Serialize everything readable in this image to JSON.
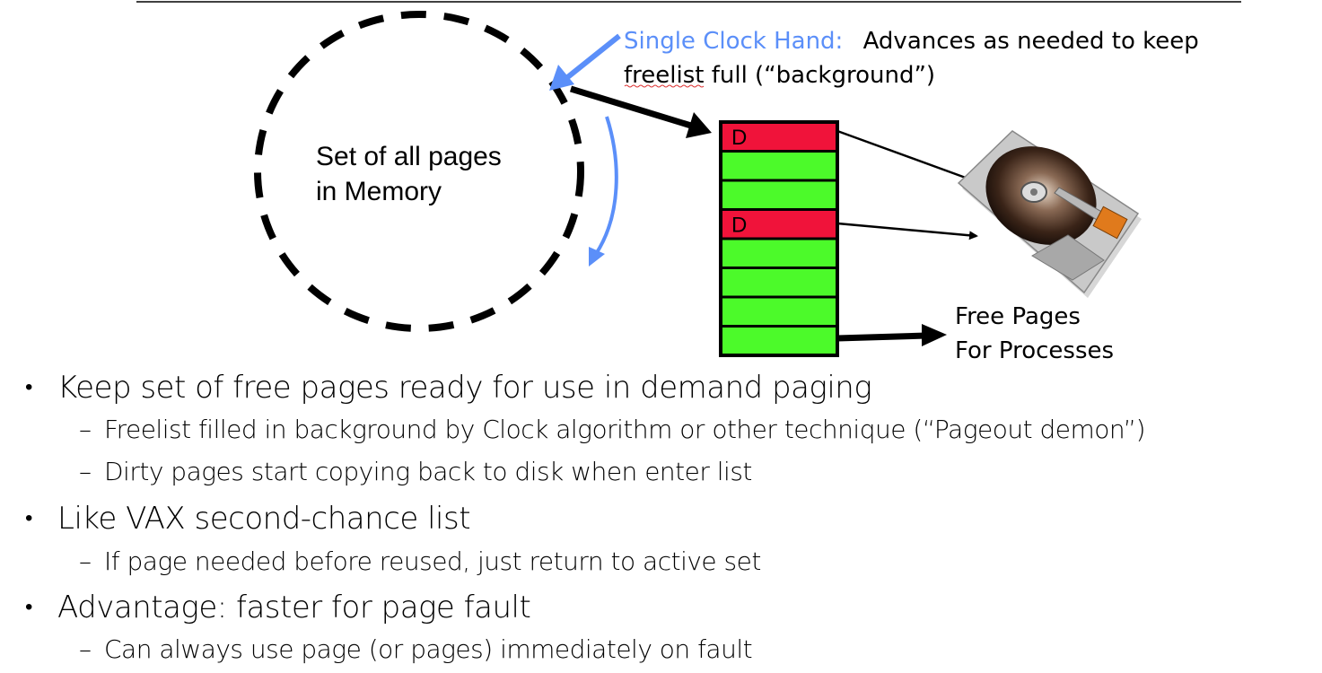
{
  "diagram": {
    "memory_label_line1": "Set of all pages",
    "memory_label_line2": "in Memory",
    "clock_hand_title": "Single Clock Hand:",
    "clock_hand_desc_line1": "Advances as needed to keep",
    "clock_hand_desc_line2": "freelist full (“background”)",
    "free_pages_line1": "Free Pages",
    "free_pages_line2": "For Processes",
    "freelist": [
      "D",
      "",
      "",
      "D",
      "",
      "",
      "",
      ""
    ],
    "colors": {
      "dirty": "#f0133a",
      "clean": "#4cfa2a",
      "clock_arrow": "#5b8ff9"
    }
  },
  "bullets": [
    {
      "text": "Keep set of free pages ready for use in demand paging",
      "subs": [
        "Freelist filled in background by Clock algorithm or other technique (“Pageout demon”)",
        "Dirty pages start copying back to disk when enter list"
      ]
    },
    {
      "text": "Like VAX second-chance list",
      "subs": [
        "If page needed before reused, just return to active set"
      ]
    },
    {
      "text": "Advantage: faster for page fault",
      "subs": [
        "Can always use page (or pages) immediately on fault"
      ]
    }
  ],
  "bullet_symbol": "•",
  "dash_symbol": "–"
}
